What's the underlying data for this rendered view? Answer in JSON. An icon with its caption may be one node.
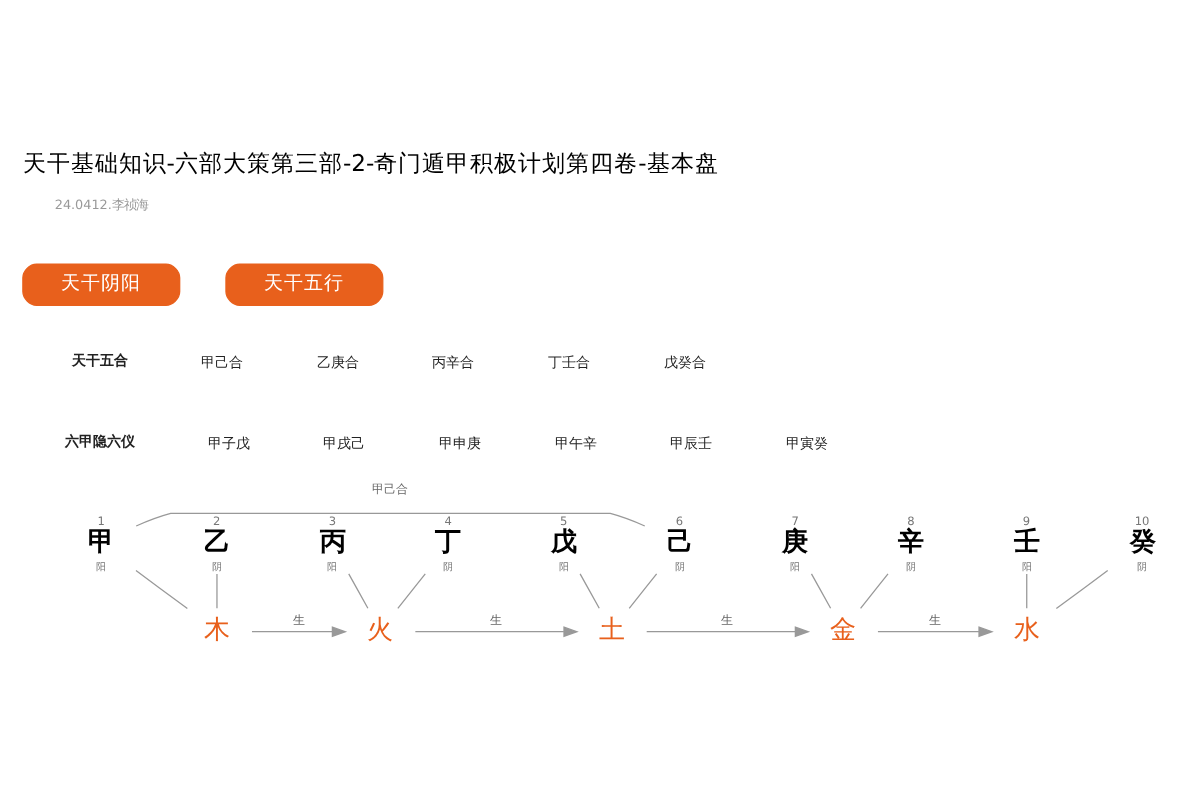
{
  "diagram": {
    "title": "天干基础知识-六部大策第三部-2-奇门遁甲积极计划第四卷-基本盘",
    "nodes": [
      {
        "text": [
          "天干阴阳"
        ]
      },
      {
        "text": [
          "天干五行"
        ]
      },
      {
        "text": [
          "甲"
        ],
        "beside": [
          "1",
          "阳"
        ]
      },
      {
        "text": [
          "乙"
        ],
        "beside": [
          "2",
          "阴"
        ]
      },
      {
        "text": [
          "丙"
        ],
        "beside": [
          "3",
          "阳"
        ]
      },
      {
        "text": [
          "丁"
        ],
        "beside": [
          "4",
          "阴"
        ]
      },
      {
        "text": [
          "戊"
        ],
        "beside": [
          "5",
          "阳"
        ]
      },
      {
        "text": [
          "己"
        ],
        "beside": [
          "6",
          "阴"
        ]
      },
      {
        "text": [
          "庚"
        ],
        "beside": [
          "7",
          "阳"
        ]
      },
      {
        "text": [
          "辛"
        ],
        "beside": [
          "8",
          "阴"
        ]
      },
      {
        "text": [
          "壬"
        ],
        "beside": [
          "9",
          "阳"
        ]
      },
      {
        "text": [
          "癸"
        ],
        "beside": [
          "10",
          "阴"
        ]
      },
      {
        "text": [
          "木"
        ]
      },
      {
        "text": [
          "火"
        ]
      },
      {
        "text": [
          "土"
        ]
      },
      {
        "text": [
          "金"
        ]
      },
      {
        "text": [
          "水"
        ]
      }
    ],
    "edges": [
      {
        "from": 2,
        "to": 7,
        "arrow": "none",
        "label": "甲己合"
      },
      {
        "from": 2,
        "to": 12,
        "arrow": "none"
      },
      {
        "from": 3,
        "to": 12,
        "arrow": "none"
      },
      {
        "from": 4,
        "to": 13,
        "arrow": "none"
      },
      {
        "from": 5,
        "to": 13,
        "arrow": "none"
      },
      {
        "from": 6,
        "to": 14,
        "arrow": "none"
      },
      {
        "from": 7,
        "to": 14,
        "arrow": "none"
      },
      {
        "from": 8,
        "to": 15,
        "arrow": "none"
      },
      {
        "from": 9,
        "to": 15,
        "arrow": "none"
      },
      {
        "from": 10,
        "to": 16,
        "arrow": "none"
      },
      {
        "from": 11,
        "to": 16,
        "arrow": "none"
      },
      {
        "from": 12,
        "to": 13,
        "arrow": "to",
        "label": "生"
      },
      {
        "from": 13,
        "to": 14,
        "arrow": "to",
        "label": "生"
      },
      {
        "from": 14,
        "to": 15,
        "arrow": "to",
        "label": "生"
      },
      {
        "from": 15,
        "to": 16,
        "arrow": "to",
        "label": "生"
      }
    ],
    "labels": [
      "24.0412.李祯海",
      "天干五合",
      "甲己合",
      "乙庚合",
      "丙辛合",
      "丁壬合",
      "戊癸合",
      "六甲隐六仪",
      "甲子戊",
      "甲戌己",
      "甲申庚",
      "甲午辛",
      "甲辰壬",
      "甲寅癸"
    ]
  }
}
